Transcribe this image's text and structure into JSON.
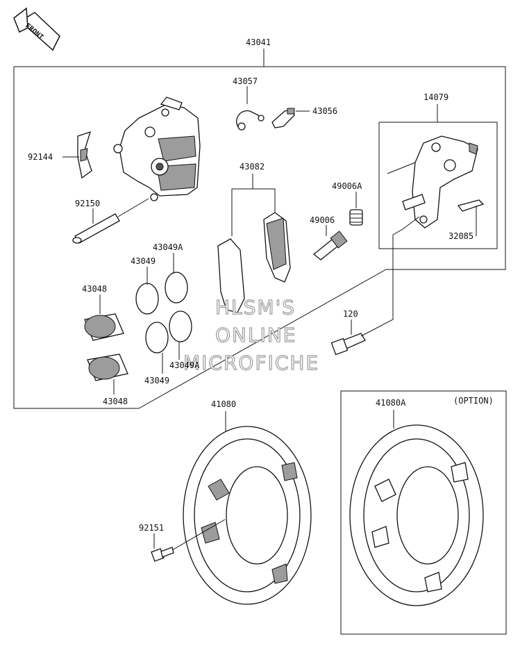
{
  "front_arrow": {
    "label": "FRONT"
  },
  "labels": {
    "p43041": "43041",
    "p43057": "43057",
    "p43056": "43056",
    "p14079": "14079",
    "p92144": "92144",
    "p43082": "43082",
    "p49006A": "49006A",
    "p92150": "92150",
    "p49006": "49006",
    "p32085": "32085",
    "p43049A_top": "43049A",
    "p43049_top": "43049",
    "p43048_top": "43048",
    "p120": "120",
    "p43049A_bot": "43049A",
    "p43049_bot": "43049",
    "p43048_bot": "43048",
    "p41080": "41080",
    "p41080A": "41080A",
    "option": "(OPTION)",
    "p92151": "92151"
  },
  "watermark": {
    "line1": "HLSM'S",
    "line2": "ONLINE",
    "line3": "MICROFICHE"
  }
}
